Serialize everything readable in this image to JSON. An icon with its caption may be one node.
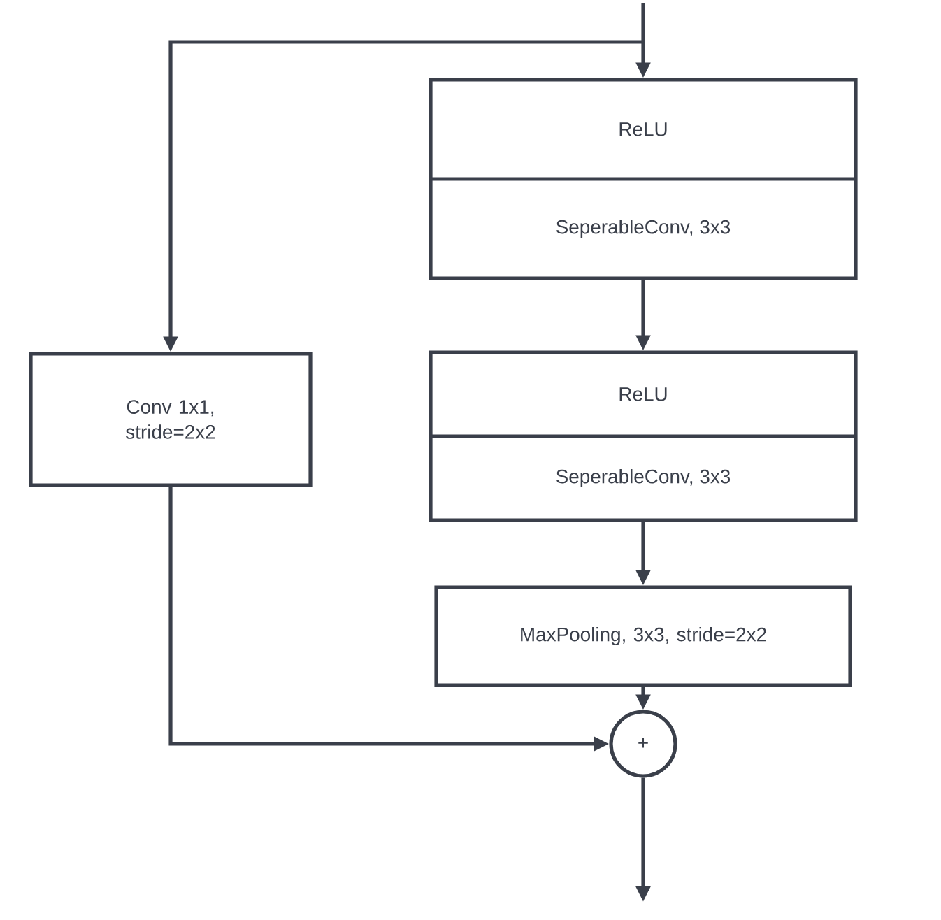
{
  "diagram": {
    "nodes": [
      {
        "text": [
          "ReLU",
          "SeperableConv, 3x3"
        ]
      },
      {
        "text": [
          "ReLU",
          "SeperableConv, 3x3"
        ]
      },
      {
        "text": [
          "Conv 1x1, stride=2x2"
        ]
      },
      {
        "text": [
          "MaxPooling, 3x3, stride=2x2"
        ]
      },
      {
        "text": [
          "+"
        ]
      }
    ],
    "edges": [
      {
        "from": null,
        "to": 0,
        "arrow": "to"
      },
      {
        "from": null,
        "to": 2,
        "arrow": "to"
      },
      {
        "from": 0,
        "to": 1,
        "arrow": "to"
      },
      {
        "from": 1,
        "to": 3,
        "arrow": "to"
      },
      {
        "from": 3,
        "to": 4,
        "arrow": "to"
      },
      {
        "from": 2,
        "to": 4,
        "arrow": "to"
      },
      {
        "from": 4,
        "to": null,
        "arrow": "to"
      }
    ]
  }
}
